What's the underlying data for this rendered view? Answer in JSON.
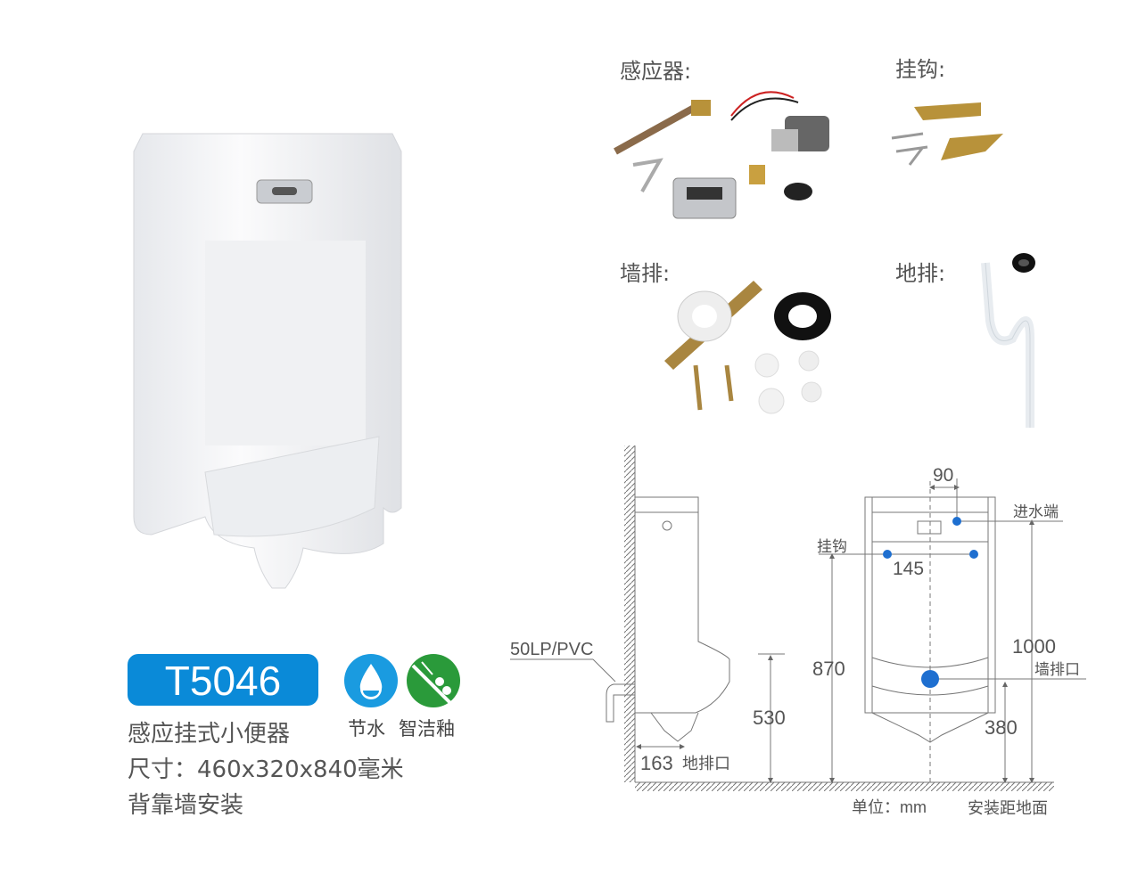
{
  "product": {
    "model": "T5046",
    "name": "感应挂式小便器",
    "size": "尺寸：460x320x840毫米",
    "install": "背靠墙安装"
  },
  "features": [
    {
      "label": "节水",
      "icon": "water-drop-icon",
      "color": "#1a9be0"
    },
    {
      "label": "智洁釉",
      "icon": "glaze-icon",
      "color": "#2a9a3a"
    }
  ],
  "accessories": [
    {
      "label": "感应器:"
    },
    {
      "label": "挂钩:"
    },
    {
      "label": "墙排:"
    },
    {
      "label": "地排:"
    }
  ],
  "diagram": {
    "pipe": "50LP/PVC",
    "d163": "163",
    "floor_drain": "地排口",
    "d530": "530",
    "d870": "870",
    "hook": "挂钩",
    "d145": "145",
    "d90": "90",
    "inlet": "进水端",
    "d1000": "1000",
    "wall_drain": "墙排口",
    "d380": "380",
    "unit": "单位：mm",
    "note": "安装距地面"
  }
}
